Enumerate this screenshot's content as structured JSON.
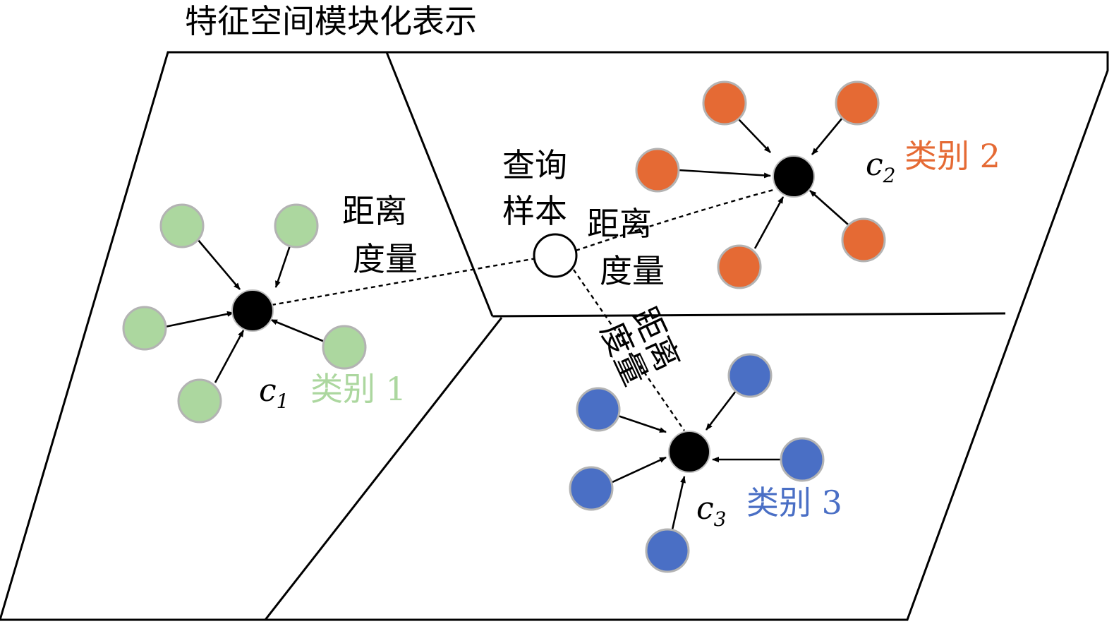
{
  "title": "特征空间模块化表示",
  "query_label": [
    "查询",
    "样本"
  ],
  "distance_label": [
    "距离",
    "度量"
  ],
  "classes": [
    {
      "label": "类别 1",
      "centroid_letter": "c",
      "centroid_sub": "1",
      "color": "#acd79f"
    },
    {
      "label": "类别 2",
      "centroid_letter": "c",
      "centroid_sub": "2",
      "color": "#e56a34"
    },
    {
      "label": "类别 3",
      "centroid_letter": "c",
      "centroid_sub": "3",
      "color": "#4a6fc5"
    }
  ],
  "colors": {
    "line": "#000000",
    "centroid": "#000000",
    "sample_stroke": "#b3b3b3",
    "query_fill": "#ffffff"
  }
}
